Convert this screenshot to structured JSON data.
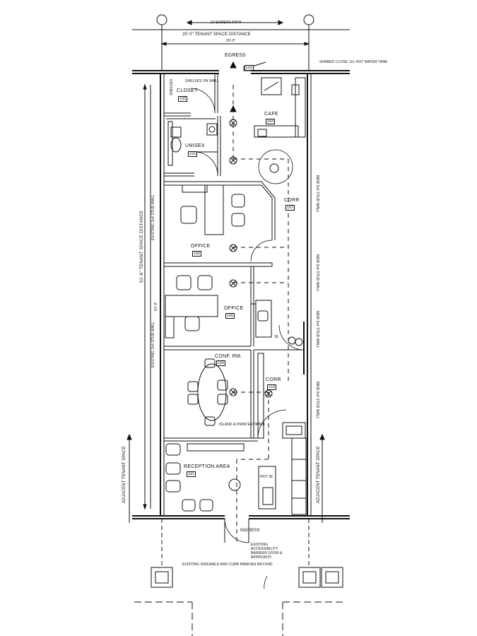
{
  "dimensions": {
    "egress_top": "10 EGRESS PATH",
    "tenant_width": "20'-0\" TENANT SPACE DISTANCE",
    "tenant_width_sub": "20'-0\"",
    "tenant_depth": "51'-6\" TENANT SPACE DISTANCE",
    "tenant_depth_sub": "51'-6\""
  },
  "rooms": {
    "closet": "CLOSET",
    "closet_no": "105",
    "cafe": "CAFE",
    "cafe_no": "104",
    "unisex": "UNISEX",
    "unisex_no": "103",
    "corr_upper": "CORR",
    "corr_upper_no": "107",
    "office_upper": "OFFICE",
    "office_upper_no": "106",
    "office_middle": "OFFICE",
    "office_middle_no": "108",
    "conf_rm": "CONF. RM.",
    "conf_rm_no": "109",
    "corr_lower": "CORR",
    "corr_lower_no": "110",
    "reception": "RECEPTION AREA",
    "reception_no": "101"
  },
  "notes": {
    "egress_label": "EGRESS",
    "egress_no": "102",
    "ingress_label": "INGRESS",
    "existing_access": "EXISTING ACCESSIBILITY BARRIER DOOR & APPROACH",
    "existing_sidewalk": "EXISTING SIDEWALK AND CURB PARKING BEYOND",
    "adjacent_left": "ADJACENT TENANT SPACE",
    "adjacent_right": "ADJACENT TENANT SPACE",
    "shared_close": "SHARED CLOSE 2x1 HOT WATER TANK",
    "shelves": "SHELVES ON WALL",
    "shelves_2": "SHELVES",
    "exist_wall_left_1": "EXISTING 2x4 STUD WALL",
    "exist_wall_left_2": "EXISTING 2x4 STUD WALL",
    "exist_wall_right_1": "NEW 2x4 STUD WALL",
    "exist_wall_right_2": "NEW 2x4 STUD WALL",
    "exist_wall_right_3": "NEW 2x4 STUD WALL",
    "exist_wall_right_4": "NEW 2x4 STUD WALL",
    "cabinet_label": "ISLAND & PRINTER TABLE",
    "door_tag": "36",
    "counter_label": "HOT 36"
  }
}
